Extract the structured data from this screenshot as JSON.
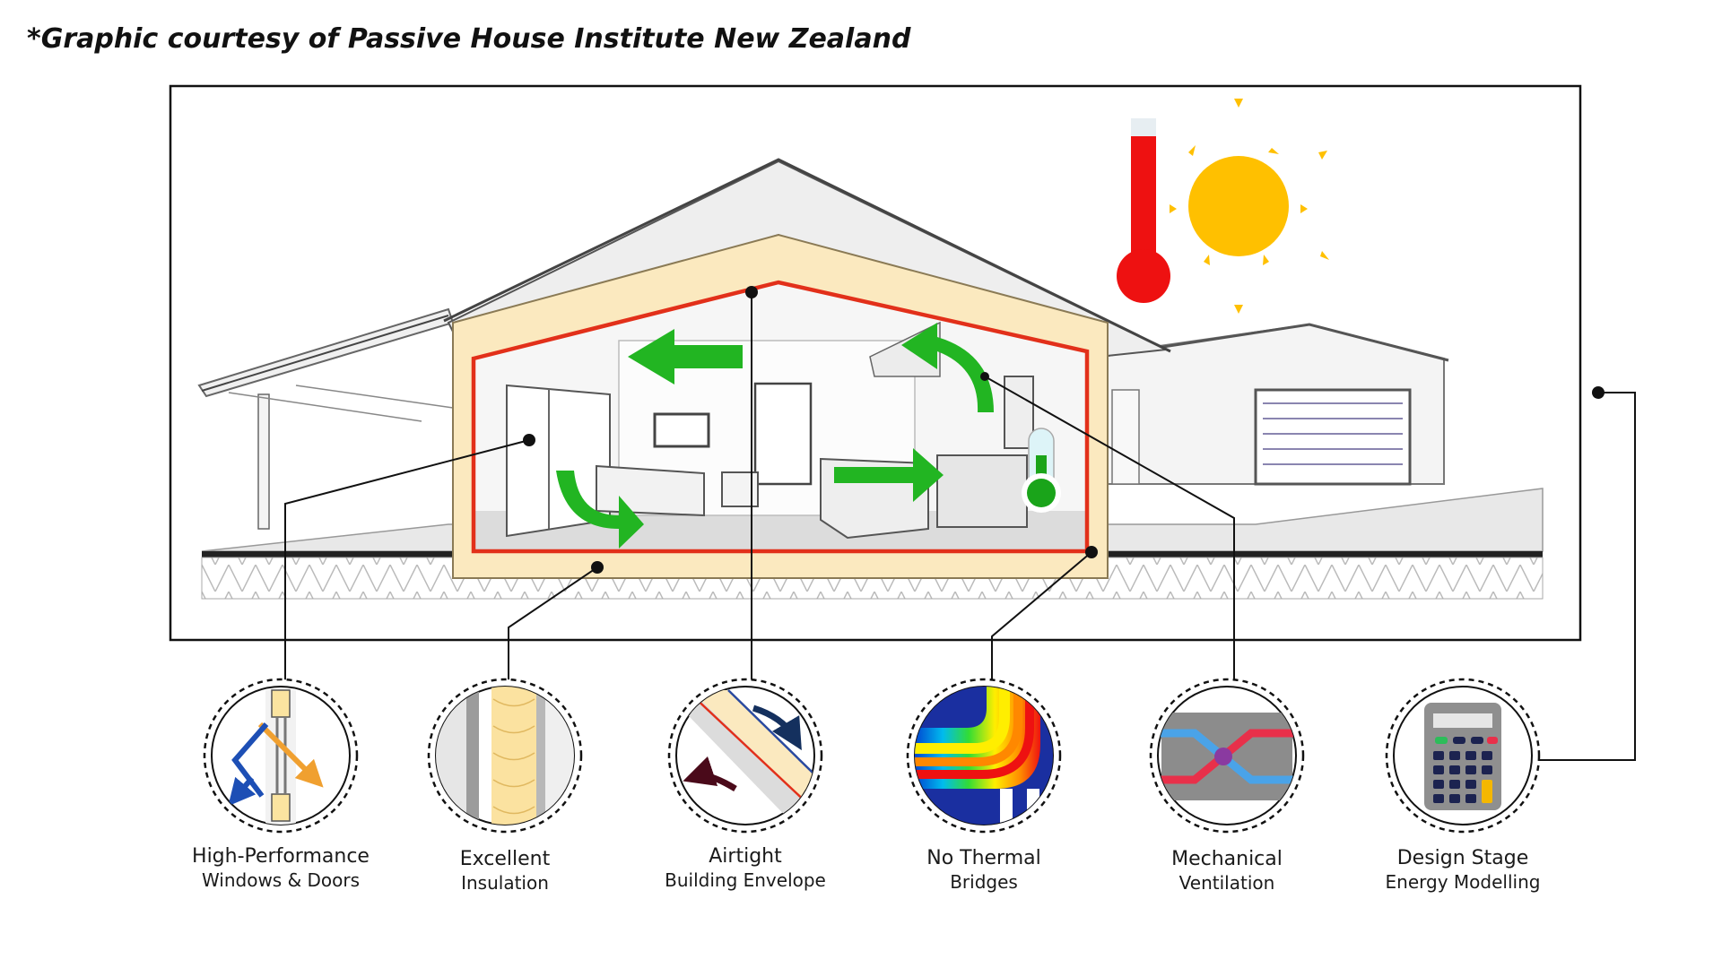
{
  "credit": "*Graphic courtesy of Passive House Institute New Zealand",
  "colors": {
    "arrow_green": "#22b522",
    "airtight_line": "#e2301a",
    "insulation_fill": "#fbe9bf",
    "sun": "#ffc000",
    "thermometer": "#ee1111",
    "frame": "#111111"
  },
  "features": [
    {
      "icon": "window-door-icon",
      "line1": "High-Performance",
      "line2": "Windows & Doors"
    },
    {
      "icon": "insulation-icon",
      "line1": "Excellent",
      "line2": "Insulation"
    },
    {
      "icon": "airtight-envelope-icon",
      "line1": "Airtight",
      "line2": "Building Envelope"
    },
    {
      "icon": "thermal-bridge-icon",
      "line1": "No Thermal",
      "line2": "Bridges"
    },
    {
      "icon": "ventilation-icon",
      "line1": "Mechanical",
      "line2": "Ventilation"
    },
    {
      "icon": "calculator-icon",
      "line1": "Design Stage",
      "line2": "Energy Modelling"
    }
  ]
}
